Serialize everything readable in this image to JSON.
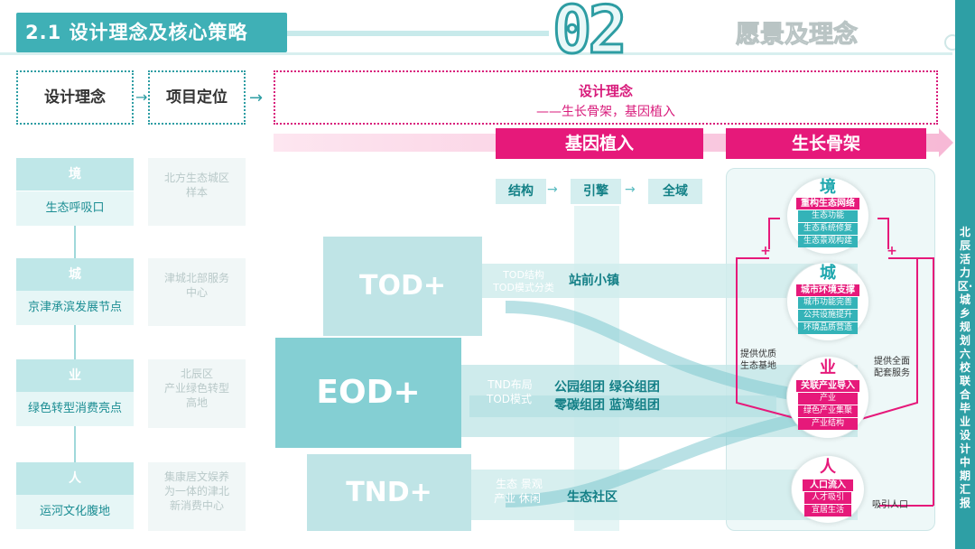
{
  "header": {
    "section_title": "2.1 设计理念及核心策略",
    "big_number": "02",
    "chapter_title": "愿景及理念"
  },
  "top_row": {
    "box1": "设计理念",
    "box2": "项目定位",
    "concept_title": "设计理念",
    "concept_sub": "——生长骨架，基因植入"
  },
  "bars": {
    "gene": "基因植入",
    "skeleton": "生长骨架"
  },
  "left_column": [
    {
      "head": "境",
      "label": "生态呼吸口",
      "desc": "北方生态城区\n样本"
    },
    {
      "head": "城",
      "label": "京津承滨发展节点",
      "desc": "津城北部服务\n中心"
    },
    {
      "head": "业",
      "label": "绿色转型消费亮点",
      "desc": "北辰区\n产业绿色转型\n高地"
    },
    {
      "head": "人",
      "label": "运河文化腹地",
      "desc": "集康居文娱养\n为一体的津北\n新消费中心"
    }
  ],
  "gene_steps": [
    "结构",
    "引擎",
    "全域"
  ],
  "modes": {
    "tod": {
      "label": "TOD+",
      "notes": [
        "TOD结构",
        "TOD模式分类"
      ],
      "result": "站前小镇"
    },
    "eod": {
      "label": "EOD+",
      "notes": [
        "TND布局",
        "TOD模式"
      ],
      "result_line1": "公园组团 绿谷组团",
      "result_line2": "零碳组团 蓝湾组团"
    },
    "tnd": {
      "label": "TND+",
      "notes": [
        "生态 景观",
        "产业 休闲"
      ],
      "result": "生态社区"
    }
  },
  "skeleton_nodes": [
    {
      "icon_char": "境",
      "title": "重构生态网络",
      "lines": [
        "生态功能",
        "生态系统修复",
        "生态景观构建"
      ]
    },
    {
      "icon_char": "城",
      "title": "城市环境支撑",
      "lines": [
        "城市功能完善",
        "公共设施提升",
        "环境品质营造"
      ]
    },
    {
      "icon_char": "业",
      "title": "关联产业导入",
      "lines": [
        "产业",
        "绿色产业集聚",
        "产业结构"
      ]
    },
    {
      "icon_char": "人",
      "title": "人口流入",
      "lines": [
        "人才吸引",
        "宜居生活"
      ]
    }
  ],
  "side_labels": {
    "left": "提供优质\n生态基地",
    "right": "提供全面\n配套服务",
    "bottom": "吸引人口"
  },
  "vertical_caption": "北辰活力区·城乡规划六校联合毕业设计中期汇报",
  "colors": {
    "teal": "#3fb0b6",
    "magenta": "#e6197a",
    "light_teal": "#c6e9ea"
  }
}
